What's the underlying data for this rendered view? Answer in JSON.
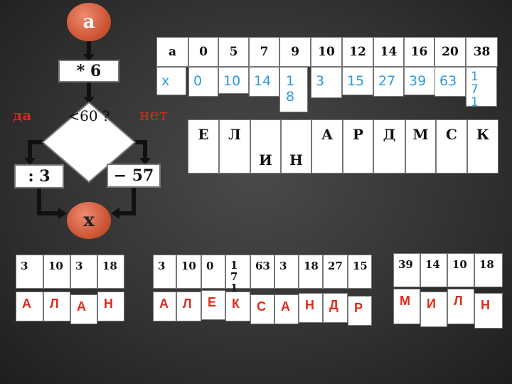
{
  "flowchart": {
    "start": "a",
    "op_multiply": "* 6",
    "condition": "<60 ?",
    "branch_yes": "да",
    "branch_no": "нет",
    "op_divide": ": 3",
    "op_subtract": "− 57",
    "end": "x"
  },
  "mapping_table": {
    "a_values": [
      "a",
      "0",
      "5",
      "7",
      "9",
      "10",
      "12",
      "14",
      "16",
      "20",
      "38"
    ],
    "x_values": [
      "x",
      "0",
      "10",
      "14",
      "18",
      "3",
      "15",
      "27",
      "39",
      "63",
      "171"
    ]
  },
  "letters_row": [
    "Е",
    "Л",
    "И",
    "Н",
    "А",
    "Р",
    "Д",
    "М",
    "С",
    "К"
  ],
  "word1": {
    "numbers": [
      "3",
      "10",
      "3",
      "18"
    ],
    "letters": [
      "А",
      "Л",
      "А",
      "Н"
    ]
  },
  "word2": {
    "numbers": [
      "3",
      "10",
      "0",
      "171",
      "63",
      "3",
      "18",
      "27",
      "15"
    ],
    "letters": [
      "А",
      "Л",
      "Е",
      "К",
      "С",
      "А",
      "Н",
      "Д",
      "Р"
    ]
  },
  "word3": {
    "numbers": [
      "39",
      "14",
      "10",
      "18"
    ],
    "letters": [
      "М",
      "И",
      "Л",
      "Н"
    ]
  },
  "colors": {
    "accent_red": "#d6291b",
    "answer_blue": "#2e9be0",
    "node_fill": "#d65a3a"
  }
}
